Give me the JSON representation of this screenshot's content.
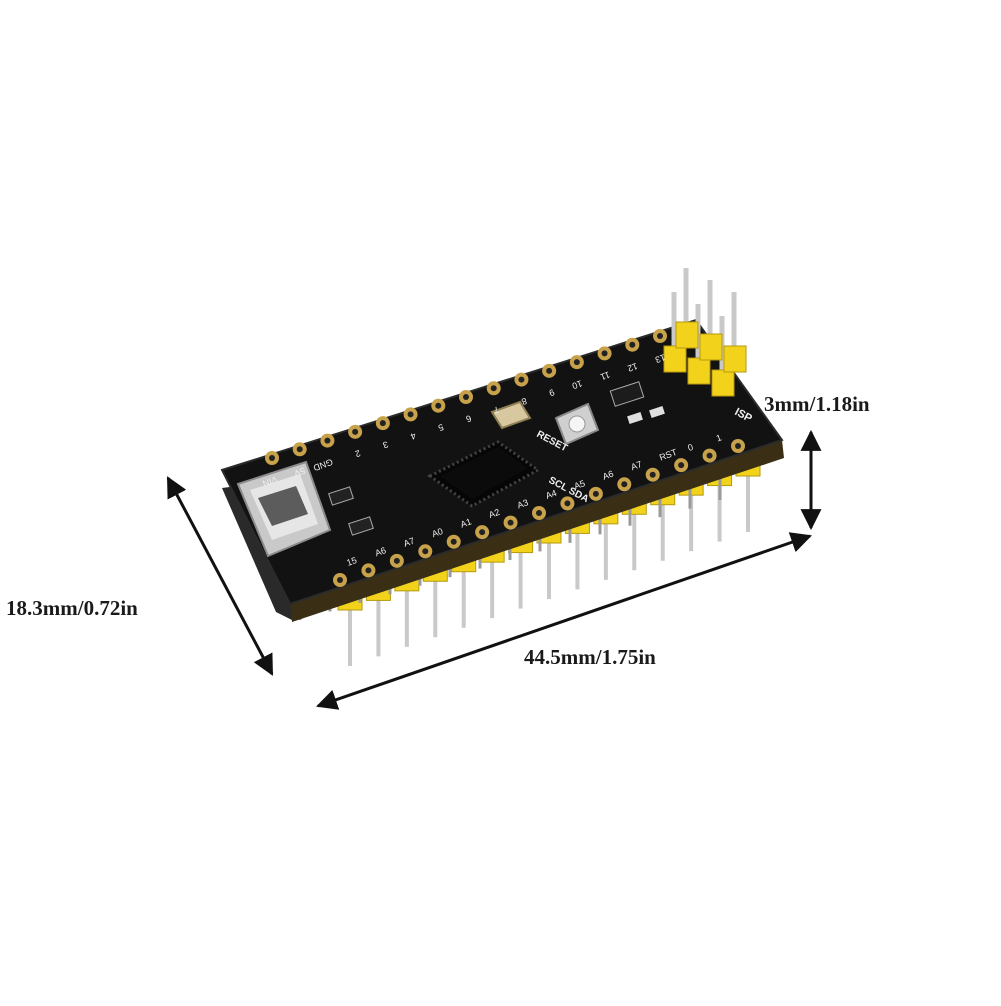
{
  "image": {
    "subject": "microcontroller-board",
    "background_color": "#ffffff",
    "board_color": "#111111",
    "header_color": "#f2d21b",
    "pin_color": "#c9c9c9",
    "pad_color": "#c8a24a"
  },
  "dimensions": {
    "thickness_label": "3mm/1.18in",
    "width_label": "18.3mm/0.72in",
    "length_label": "44.5mm/1.75in"
  },
  "silkscreen": {
    "top_pins": [
      "13",
      "12",
      "11",
      "10",
      "9",
      "8",
      "7",
      "6",
      "5",
      "4",
      "3",
      "2",
      "GND",
      "5V",
      "VIN"
    ],
    "bottom_pins": [
      "15",
      "A6",
      "A7",
      "A0",
      "A1",
      "A2",
      "A3",
      "A4",
      "A5",
      "A6",
      "A7",
      "RST",
      "0",
      "1"
    ],
    "reset_label": "RESET",
    "i2c_label": "SCL SDA",
    "isp_label": "ISP"
  }
}
